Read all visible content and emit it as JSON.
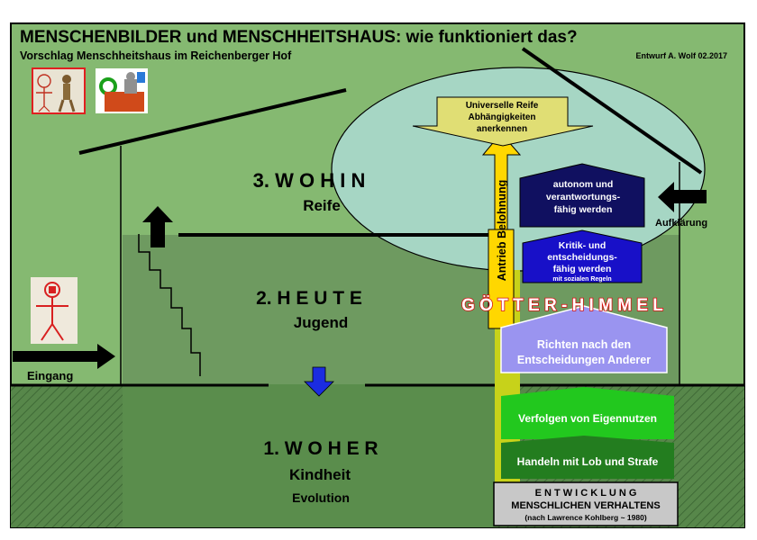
{
  "header": {
    "title": "MENSCHENBILDER und MENSCHHEITSHAUS: wie funktioniert das?",
    "subtitle": "Vorschlag Menschheitshaus im Reichenberger Hof",
    "author": "Entwurf A. Wolf 02.2017"
  },
  "floors": {
    "top": {
      "title": "3. W O H I N",
      "sub": "Reife"
    },
    "middle": {
      "title": "2. H E U T E",
      "sub": "Jugend"
    },
    "bottom": {
      "title": "1. W O H E R",
      "sub": "Kindheit",
      "sub2": "Evolution"
    }
  },
  "labels": {
    "entrance": "Eingang",
    "enlightenment": "Aufklärung",
    "reward_drive": "Antrieb Belohnung",
    "gods_heaven": "G Ö T T E R  - H I M M E L"
  },
  "stages": {
    "s6": [
      "Universelle Reife",
      "Abhängigkeiten",
      "anerkennen"
    ],
    "s5": [
      "autonom und",
      "verantwortungs-",
      "fähig werden"
    ],
    "s4": [
      "Kritik- und",
      "entscheidungs-",
      "fähig werden",
      "mit sozialen Regeln"
    ],
    "s3": [
      "Richten nach den",
      "Entscheidungen Anderer"
    ],
    "s2": [
      "Verfolgen von Eigennutzen"
    ],
    "s1": [
      "Handeln mit Lob und Strafe"
    ]
  },
  "footer_box": {
    "line1": "E N T W I C K L U N G",
    "line2": "MENSCHLICHEN VERHALTENS",
    "line3": "(nach Lawrence Kohlberg ~ 1980)"
  },
  "colors": {
    "outer_green": "#85b971",
    "room_green": "#6e9a60",
    "basement_green": "#57874a",
    "cloud": "#a6d6c4",
    "yellow_box": "#e0de74",
    "yellow_arrow": "#ffd700",
    "navy": "#101060",
    "blue": "#1810c8",
    "lavender": "#9a94f0",
    "bright_green": "#22c81e",
    "dark_green": "#237d1f",
    "grey_box": "#c8c8c8",
    "red_text": "#d81010"
  },
  "icons": [
    "vitruvian-figure-icon",
    "sculpture-figure-icon",
    "chess-pieces-icon",
    "red-figure-icon"
  ]
}
